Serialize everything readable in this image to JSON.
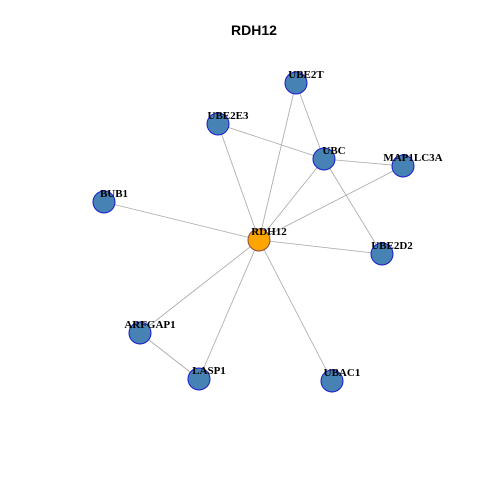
{
  "title": "RDH12",
  "colors": {
    "background": "#ffffff",
    "center_fill": "#ffa500",
    "center_stroke": "#8b4a3a",
    "node_fill": "#4682b4",
    "node_stroke": "#1a1acd",
    "edge": "#a8a8a8"
  },
  "nodes": [
    {
      "id": "RDH12",
      "label": "RDH12",
      "center": true
    },
    {
      "id": "UBE2T",
      "label": "UBE2T",
      "center": false
    },
    {
      "id": "UBE2E3",
      "label": "UBE2E3",
      "center": false
    },
    {
      "id": "UBC",
      "label": "UBC",
      "center": false
    },
    {
      "id": "MAP1LC3A",
      "label": "MAP1LC3A",
      "center": false
    },
    {
      "id": "BUB1",
      "label": "BUB1",
      "center": false
    },
    {
      "id": "UBE2D2",
      "label": "UBE2D2",
      "center": false
    },
    {
      "id": "ARFGAP1",
      "label": "ARFGAP1",
      "center": false
    },
    {
      "id": "LASP1",
      "label": "LASP1",
      "center": false
    },
    {
      "id": "UBAC1",
      "label": "UBAC1",
      "center": false
    }
  ],
  "edges": [
    [
      "RDH12",
      "UBE2T"
    ],
    [
      "RDH12",
      "UBE2E3"
    ],
    [
      "RDH12",
      "UBC"
    ],
    [
      "RDH12",
      "MAP1LC3A"
    ],
    [
      "RDH12",
      "BUB1"
    ],
    [
      "RDH12",
      "UBE2D2"
    ],
    [
      "RDH12",
      "ARFGAP1"
    ],
    [
      "RDH12",
      "LASP1"
    ],
    [
      "RDH12",
      "UBAC1"
    ],
    [
      "UBE2T",
      "UBC"
    ],
    [
      "UBE2E3",
      "UBC"
    ],
    [
      "UBC",
      "MAP1LC3A"
    ],
    [
      "UBC",
      "UBE2D2"
    ],
    [
      "ARFGAP1",
      "LASP1"
    ]
  ]
}
